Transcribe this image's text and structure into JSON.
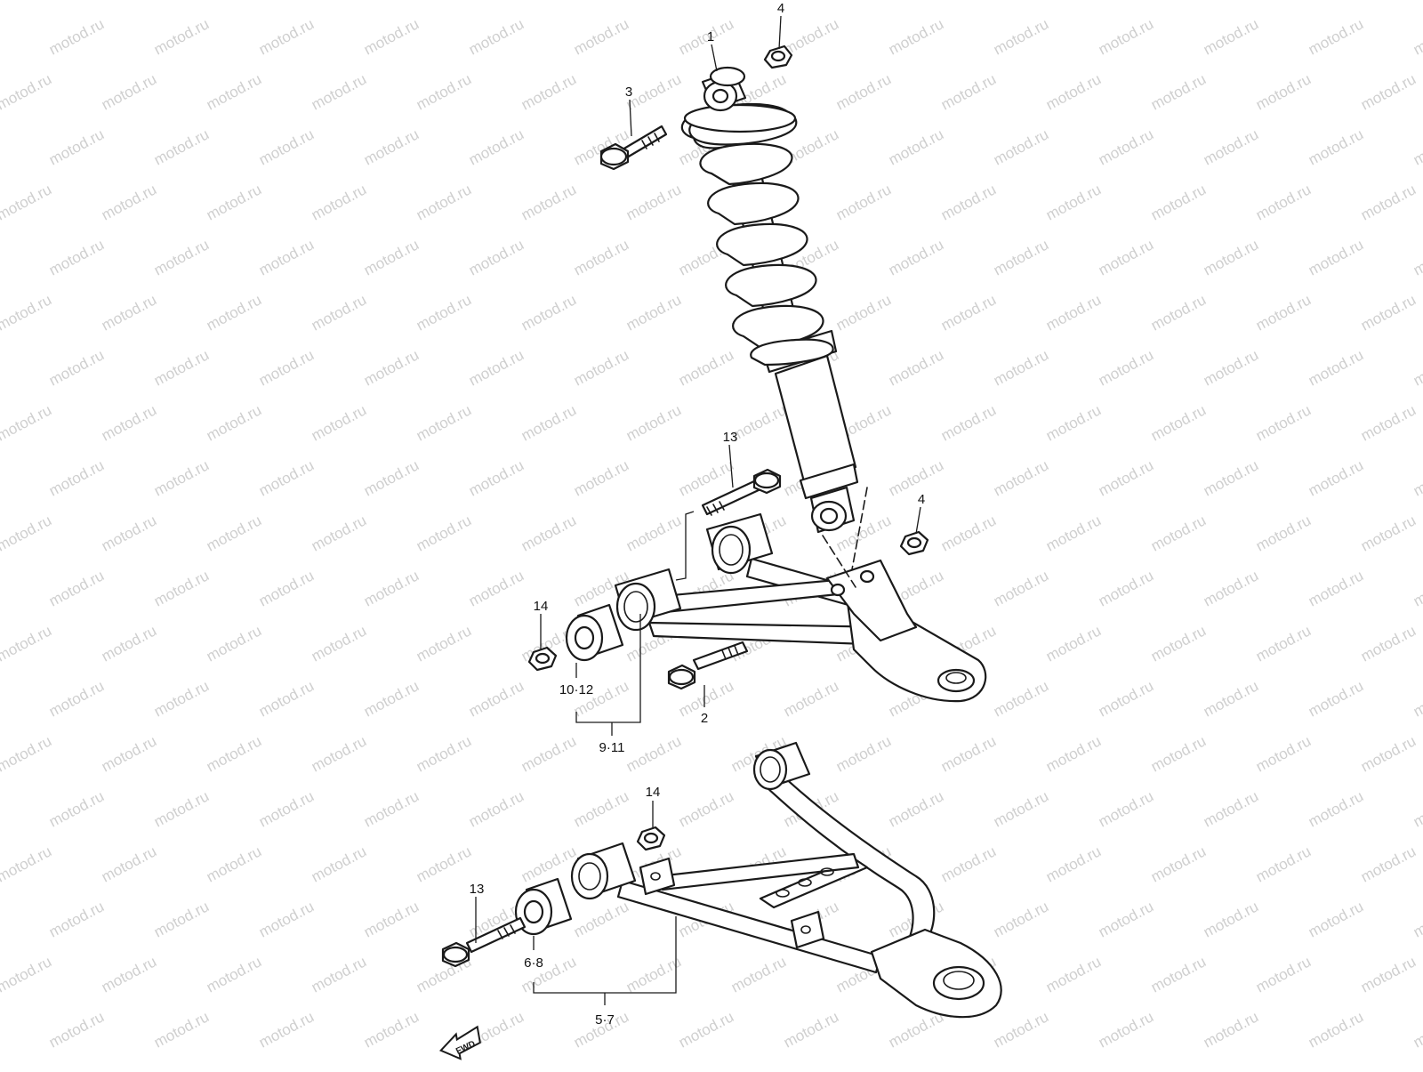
{
  "watermark": {
    "text": "motod.ru",
    "color": "#cfcfcf"
  },
  "fwd_label": "FWD",
  "callouts": {
    "c1": "1",
    "c3": "3",
    "c4_top": "4",
    "c13_upper": "13",
    "c4_right": "4",
    "c14_upper": "14",
    "c10_12": "10·12",
    "c9_11": "9·11",
    "c2": "2",
    "c14_lower": "14",
    "c13_lower": "13",
    "c6_8": "6·8",
    "c5_7": "5·7"
  }
}
